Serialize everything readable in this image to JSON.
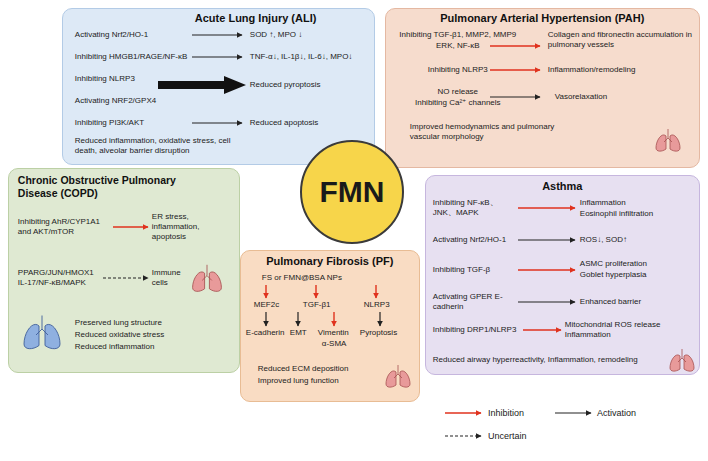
{
  "diagram": {
    "nodes": [
      {
        "text": [
          "Acute Lung Injury (ALI)",
          "Activating Nrf2/HO-1",
          "SOD ↑, MPO ↓",
          "Inhibiting HMGB1/RAGE/NF-κB",
          "TNF-α↓, IL-1β↓, IL-6↓, MPO↓",
          "Inhibiting NLRP3",
          "Activating NRF2/GPX4",
          "Reduced pyroptosis",
          "Inhibiting PI3K/AKT",
          "Reduced apoptosis",
          "Reduced inflammation, oxidative stress, cell death, alveolar barrier disruption"
        ]
      },
      {
        "text": [
          "Pulmonary Arterial Hypertension (PAH)",
          "Inhibiting TGF-β1, MMP2, MMP9",
          "ERK, NF-κB",
          "Collagen and fibronectin accumulation in pulmonary vessels",
          "Inhibiting NLRP3",
          "Inflammation/remodeling",
          "NO release",
          "Inhibiting Ca²⁺ channels",
          "Vasorelaxation",
          "Improved hemodynamics and pulmonary vascular morphology"
        ]
      },
      {
        "text": [
          "Chronic Obstructive Pulmonary Disease (COPD)",
          "Inhibiting AhR/CYP1A1 and AKT/mTOR",
          "ER stress, inflammation, apoptosis",
          "PPARG/JUN/HMOX1 IL-17/NF-κB/MAPK",
          "Immune cells",
          "Preserved lung structure",
          "Reduced oxidative stress",
          "Reduced inflammation"
        ]
      },
      {
        "text": [
          "FMN"
        ]
      },
      {
        "text": [
          "Asthma",
          "Inhibiting NF-κB、JNK、MAPK",
          "Inflammation",
          "Eosinophil infiltration",
          "Activating Nrf2/HO-1",
          "ROS↓, SOD↑",
          "Inhibiting TGF-β",
          "ASMC proliferation",
          "Goblet hyperplasia",
          "Activating GPER E-cadherin",
          "Enhanced barrier",
          "Inhibiting DRP1/NLRP3",
          "Mitochondrial ROS release Inflammation",
          "Reduced airway hyperreactivity, Inflammation, remodeling"
        ]
      },
      {
        "text": [
          "Pulmonary Fibrosis (PF)",
          "FS or FMN@BSA NPs",
          "MEF2c",
          "TGF-β1",
          "NLRP3",
          "E-cadherin",
          "EMT",
          "Vimentin",
          "α-SMA",
          "Pyroptosis",
          "Reduced ECM deposition",
          "Improved lung function"
        ]
      }
    ],
    "legend": [
      {
        "text": "Inhibition"
      },
      {
        "text": "Activation"
      },
      {
        "text": "Uncertain"
      }
    ]
  }
}
